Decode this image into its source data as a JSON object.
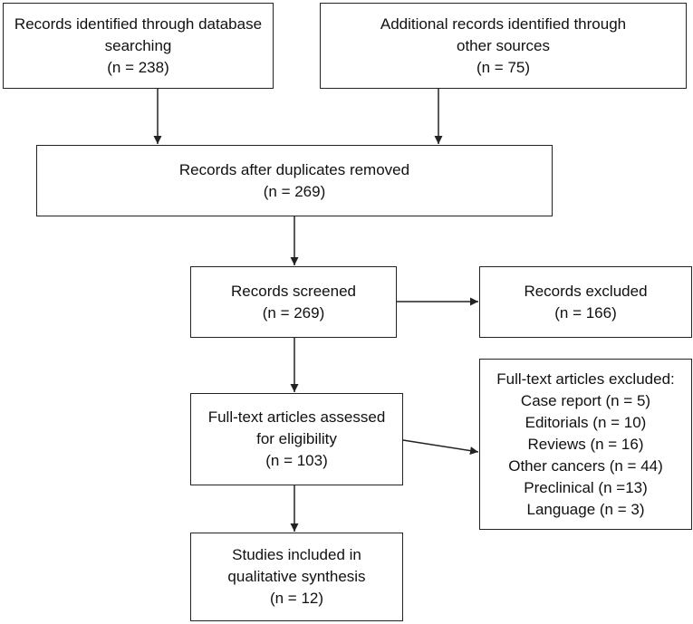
{
  "flowchart": {
    "identified_db": {
      "lines": [
        "Records identified through database",
        "searching",
        "(n = 238)"
      ]
    },
    "identified_other": {
      "lines": [
        "Additional records identified through",
        "other sources",
        "(n = 75)"
      ]
    },
    "after_duplicates": {
      "lines": [
        "Records after duplicates removed",
        "(n = 269)"
      ]
    },
    "screened": {
      "lines": [
        "Records screened",
        "(n = 269)"
      ]
    },
    "excluded": {
      "lines": [
        "Records excluded",
        "(n = 166)"
      ]
    },
    "fulltext_assessed": {
      "lines": [
        "Full-text articles assessed",
        "for eligibility",
        "(n = 103)"
      ]
    },
    "fulltext_excluded": {
      "lines": [
        "Full-text articles excluded:",
        "Case report (n = 5)",
        "Editorials (n = 10)",
        "Reviews (n = 16)",
        "Other cancers (n = 44)",
        "Preclinical (n =13)",
        "Language (n = 3)"
      ]
    },
    "included": {
      "lines": [
        "Studies included in",
        "qualitative synthesis",
        "(n = 12)"
      ]
    }
  },
  "colors": {
    "stroke": "#222222",
    "background": "#ffffff"
  }
}
